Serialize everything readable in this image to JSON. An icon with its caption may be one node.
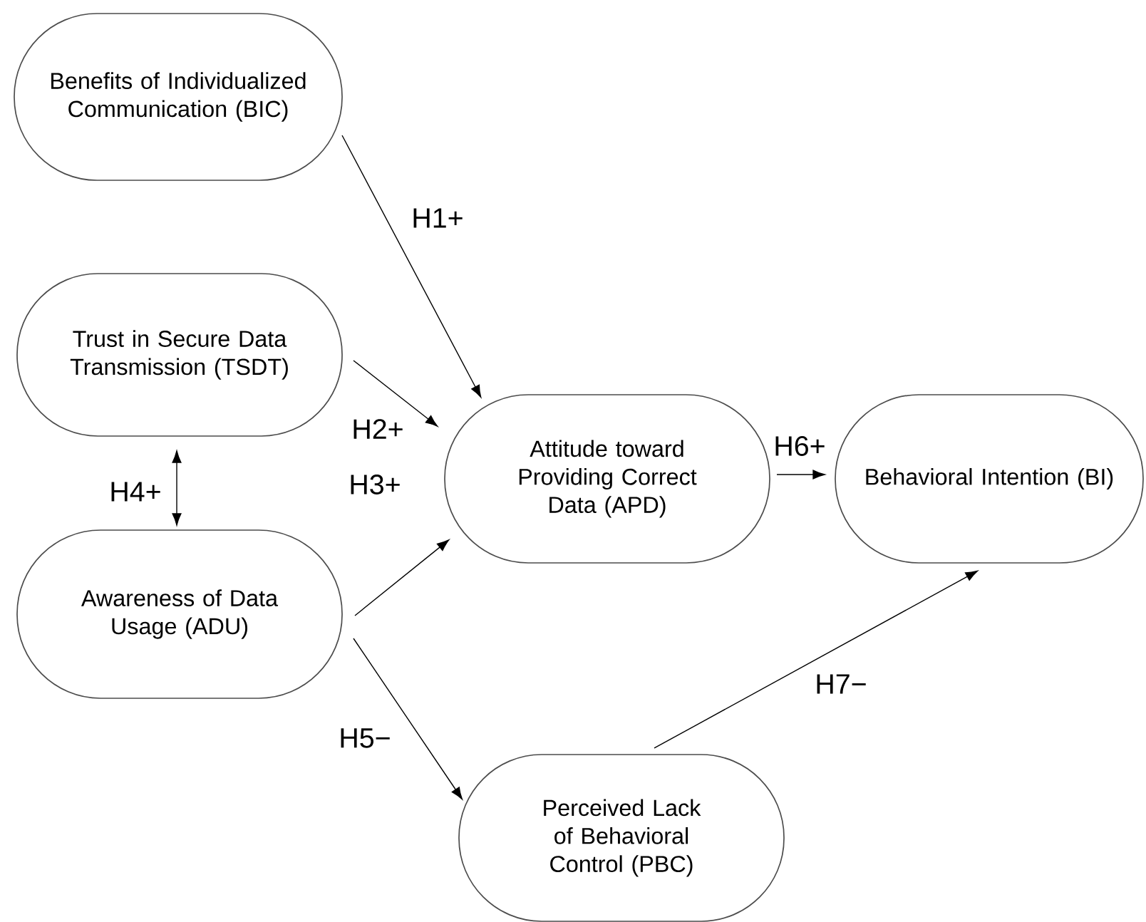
{
  "diagram": {
    "nodes": [
      {
        "text": [
          "Benefits of Individualized Communication (BIC)"
        ]
      },
      {
        "text": [
          "Trust in Secure Data Transmission (TSDT)"
        ]
      },
      {
        "text": [
          "Awareness of Data Usage (ADU)"
        ]
      },
      {
        "text": [
          "Attitude toward Providing Correct Data (APD)"
        ]
      },
      {
        "text": [
          "Behavioral Intention (BI)"
        ]
      },
      {
        "text": [
          "Perceived Lack of Behavioral Control (PBC)"
        ]
      }
    ],
    "edges": [
      {
        "from": 0,
        "to": 3,
        "arrow": "to",
        "label": "H1+"
      },
      {
        "from": 1,
        "to": 3,
        "arrow": "to",
        "label": "H2+"
      },
      {
        "from": 2,
        "to": 3,
        "arrow": "to",
        "label": "H3+"
      },
      {
        "from": 1,
        "to": 2,
        "arrow": "both",
        "label": "H4+"
      },
      {
        "from": 2,
        "to": 5,
        "arrow": "to",
        "label": "H5−"
      },
      {
        "from": 3,
        "to": 4,
        "arrow": "to",
        "label": "H6+"
      },
      {
        "from": 5,
        "to": 4,
        "arrow": "to",
        "label": "H7−"
      }
    ]
  }
}
